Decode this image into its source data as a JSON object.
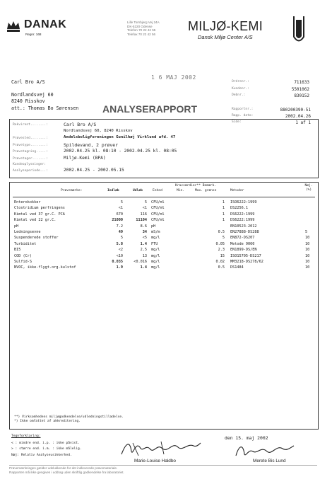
{
  "header": {
    "logo_left": "DANAK",
    "logo_left_sub": "Regnr. 168",
    "address_lines": [
      "Lille Tornbjerg Vej 24A",
      "DK-5220 Odense",
      "Telefon 70 22 42 55",
      "Telefax 70 22 42 56"
    ],
    "logo_right": "MILJØ-KEMI",
    "logo_right_sub": "Dansk Miljø Center A/S",
    "date_stamp": "1 6 MAJ 2002"
  },
  "recipient": {
    "lines": [
      "Carl Bro A/S",
      "",
      "Nordlandsvej 60",
      "8240 Risskov",
      "att.: Thomas Bo Sørensen"
    ]
  },
  "meta_top": [
    {
      "label": "Ordrenr.:",
      "value": "711633"
    },
    {
      "label": "Kundenr.:",
      "value": "5501062"
    },
    {
      "label": "Debnr.:",
      "value": "830152"
    }
  ],
  "meta_bottom": [
    {
      "label": "Rapportnr.:",
      "value": "880200390-51"
    },
    {
      "label": "Rapp. dato:",
      "value": "2002.04.26"
    },
    {
      "label": "Side:",
      "value": "1 af 1"
    }
  ],
  "report_title": "ANALYSERAPPORT",
  "info": [
    {
      "label": "Rekvirent........:",
      "value": "Carl Bro A/S"
    },
    {
      "label": "",
      "value": "Nordlandsvej 60, 8240 Risskov"
    },
    {
      "label": "Prøvested........:",
      "value": "Andelsboligforeningen Gunilhøj Virklund afd. 47"
    },
    {
      "label": "Prøvetype........:",
      "value": "Spildevand, 2 prøver"
    },
    {
      "label": "Prøvetagning.....:",
      "value": "2002.04.25 kl. 08:10 - 2002.04.25 kl. 08:05"
    },
    {
      "label": "Prøvetager.......:",
      "value": "Miljø-Kemi   (BPA)"
    },
    {
      "label": "Kundeoplysninger:",
      "value": ""
    },
    {
      "label": "Analyseperiode...:",
      "value": "2002.04.25 - 2002.05.15"
    }
  ],
  "table": {
    "group_header": "Kravværdier** Bemærk.",
    "headers": [
      "Prøvemærke:",
      "Indløb",
      "Udløb",
      "Enhed",
      "Min.",
      "Max. grænse",
      "Metoder",
      "Nøj. (%)"
    ],
    "rows": [
      [
        "Enterokokker",
        "5",
        "5",
        "CFU/ml",
        "",
        "",
        "1",
        "ISO6222:1999",
        ""
      ],
      [
        "Clostridium perfringens",
        "<1",
        "<1",
        "CFU/ml",
        "",
        "",
        "1",
        "DS2256.1",
        ""
      ],
      [
        "Kimtal ved 37 gr.C. PCA",
        "670",
        "116",
        "CFU/ml",
        "",
        "",
        "1",
        "DS6222:1999",
        ""
      ],
      [
        "Kimtal ved 22 gr.C.",
        "21000",
        "11104",
        "CFU/ml",
        "",
        "",
        "1",
        "DS6222:1999",
        ""
      ],
      [
        "pH",
        "7.2",
        "8.6",
        "pH",
        "",
        "",
        "",
        "EN10523-2012",
        ""
      ],
      [
        "Ledningsevne",
        "49",
        "34",
        "mS/m",
        "",
        "",
        "0.5",
        "EN27888-DS288",
        "5"
      ],
      [
        "Suspenderede stoffer",
        "5",
        "<5",
        "mg/l",
        "",
        "",
        "5",
        "EN872-DS207",
        "10"
      ],
      [
        "Turbiditet",
        "5.8",
        "1.4",
        "FTU",
        "",
        "",
        "0.05",
        "Metode 9060",
        "10"
      ],
      [
        "BI5",
        "<2",
        "2.5",
        "mg/l",
        "",
        "",
        "2.3",
        "EN1899-DS/EN",
        "10"
      ],
      [
        "COD (Cr)",
        "<10",
        "13",
        "mg/l",
        "",
        "",
        "15",
        "ISO15705-DS217",
        "10"
      ],
      [
        "Sulfid-S",
        "0.035",
        "<0.016",
        "mg/l",
        "",
        "",
        "0.02",
        "MM3218-DS278/62",
        "10"
      ],
      [
        "NVOC, ikke-flygt.org.kulstof",
        "1.9",
        "1.4",
        "mg/l",
        "",
        "",
        "0.5",
        "DS1484",
        "10"
      ]
    ],
    "footnotes": [
      "**) Virksomhedens miljøgodkendelse/udledningstilladelse.",
      "*)  Ikke omfattet af akkreditering."
    ]
  },
  "legend": {
    "title": "Tegnforklaring:",
    "lines": [
      "< : mindre end.    i.p. : ikke påvist.",
      "> : større end.    i.m. : ikke målelig.",
      "Nøj: Relativ Analyseusikkerhed."
    ]
  },
  "signatures": {
    "date": "den 15. maj 2002",
    "names": [
      "Marie-Louise Haldbo",
      "Merete Bis Lund"
    ]
  },
  "footer": [
    "Prøvemærkningen gælder udelukkende for det indleverede prøvemateriale.",
    "Rapporten må ikke gengives i uddrag uden skriftlig godkendelse fra laboratoriet."
  ]
}
